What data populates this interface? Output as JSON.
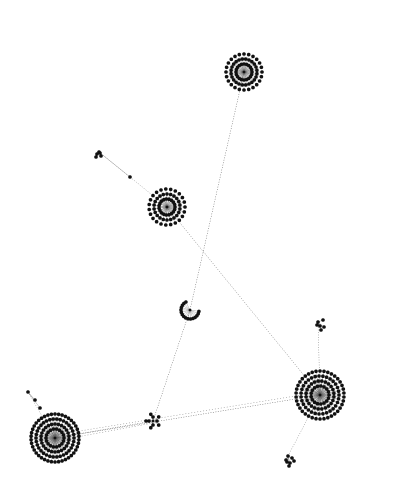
{
  "graph": {
    "background_color": "#ffffff",
    "node_color": "#111111",
    "edge_color": "#555555",
    "hubs": [
      {
        "id": "hub-top-right",
        "leaf_count": 68
      },
      {
        "id": "hub-upper-left",
        "leaf_count": 64
      },
      {
        "id": "hub-center-small",
        "leaf_count": 16
      },
      {
        "id": "hub-right-large",
        "leaf_count": 110
      },
      {
        "id": "hub-bottom-left-large",
        "leaf_count": 120
      },
      {
        "id": "hub-bottom-mid-small",
        "leaf_count": 9
      }
    ],
    "satellite_groups": [
      {
        "id": "satellite-upper-left",
        "node_count": 6
      },
      {
        "id": "satellite-right-top",
        "node_count": 6
      },
      {
        "id": "satellite-right-bottom",
        "node_count": 7
      },
      {
        "id": "satellite-bottom-left",
        "node_count": 3
      }
    ],
    "hub_links": [
      [
        "hub-top-right",
        "hub-center-small"
      ],
      [
        "hub-upper-left",
        "hub-right-large"
      ],
      [
        "hub-center-small",
        "hub-bottom-mid-small"
      ],
      [
        "hub-bottom-mid-small",
        "hub-bottom-left-large"
      ],
      [
        "hub-bottom-left-large",
        "hub-right-large"
      ]
    ]
  }
}
